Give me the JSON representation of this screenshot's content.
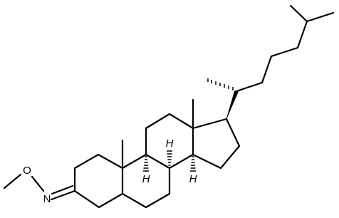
{
  "molecule": {
    "atom_labels": {
      "oxime_n": "N",
      "oxime_o": "O",
      "h9": "H",
      "h8": "H",
      "h14": "H"
    }
  },
  "colors": {
    "ink": "#000000",
    "background": "#ffffff"
  }
}
